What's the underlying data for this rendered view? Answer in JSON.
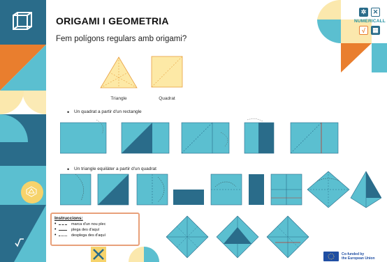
{
  "page": {
    "title": "ORIGAMI I GEOMETRIA",
    "subtitle": "Fem polígons regulars amb origami?"
  },
  "logo": {
    "text": "NUMERICALL",
    "icons": [
      "gear-icon",
      "close-icon",
      "sqrt-icon",
      "grid-icon"
    ]
  },
  "shapes": {
    "triangle": {
      "caption": "Triangle"
    },
    "square": {
      "caption": "Quadrat"
    }
  },
  "bullets": {
    "square_from_rectangle": "Un quadrat a partir d'un rectangle",
    "equilateral_from_square": "Un triangle equilàter a partir d'un quadrat"
  },
  "instructions": {
    "title": "Instruccions:",
    "items": [
      {
        "symbol": "-----",
        "text": "marca d'un nou plec"
      },
      {
        "symbol": "—",
        "text": "plega des d'aquí"
      },
      {
        "symbol": "…",
        "text": "desplega des d'aquí"
      }
    ]
  },
  "footer": {
    "eu_line1": "Co-funded by",
    "eu_line2": "the European Union"
  },
  "colors": {
    "teal": "#5bbfd0",
    "dark_teal": "#2a6c8a",
    "orange": "#e97e2e",
    "cream": "#fbe8ad",
    "yellow": "#f6d36b",
    "shape_fill": "#fde9a6"
  }
}
